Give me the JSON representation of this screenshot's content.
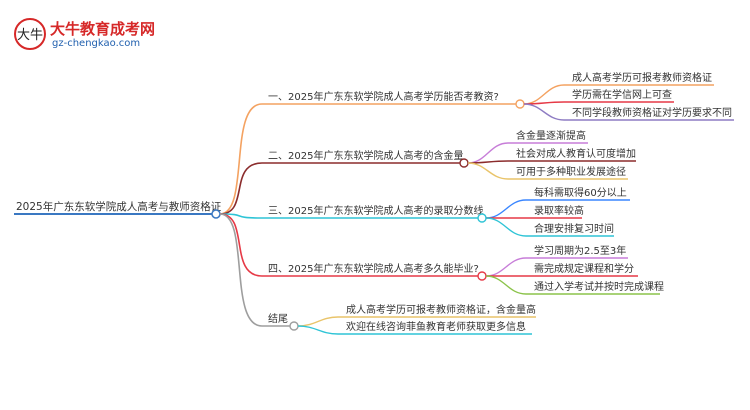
{
  "logo": {
    "title": "大牛教育成考网",
    "url": "gz-chengkao.com",
    "mark": "大牛"
  },
  "root": {
    "label": "2025年广东东软学院成人高考与教师资格证"
  },
  "branches": [
    {
      "label": "一、2025年广东东软学院成人高考学历能否考教资?",
      "color": "#f4a261",
      "leaves": [
        {
          "label": "成人高考学历可报考教师资格证",
          "color": "#f4a261"
        },
        {
          "label": "学历需在学信网上可查",
          "color": "#e63946"
        },
        {
          "label": "不同学段教师资格证对学历要求不同",
          "color": "#8e7cc3"
        }
      ]
    },
    {
      "label": "二、2025年广东东软学院成人高考的含金量",
      "color": "#8b2c2c",
      "leaves": [
        {
          "label": "含金量逐渐提高",
          "color": "#c77dd8"
        },
        {
          "label": "社会对成人教育认可度增加",
          "color": "#8b2c2c"
        },
        {
          "label": "可用于多种职业发展途径",
          "color": "#e9c46a"
        }
      ]
    },
    {
      "label": "三、2025年广东东软学院成人高考的录取分数线",
      "color": "#2ec4d6",
      "leaves": [
        {
          "label": "每科需取得60分以上",
          "color": "#3a86ff"
        },
        {
          "label": "录取率较高",
          "color": "#e63946"
        },
        {
          "label": "合理安排复习时间",
          "color": "#2ec4d6"
        }
      ]
    },
    {
      "label": "四、2025年广东东软学院成人高考多久能毕业?",
      "color": "#e63946",
      "leaves": [
        {
          "label": "学习周期为2.5至3年",
          "color": "#c77dd8"
        },
        {
          "label": "需完成规定课程和学分",
          "color": "#e63946"
        },
        {
          "label": "通过入学考试并按时完成课程",
          "color": "#8bc34a"
        }
      ]
    },
    {
      "label": "结尾",
      "color": "#9e9e9e",
      "leaves": [
        {
          "label": "成人高考学历可报考教师资格证，含金量高",
          "color": "#e9c46a"
        },
        {
          "label": "欢迎在线咨询菲鱼教育老师获取更多信息",
          "color": "#2ec4d6"
        }
      ]
    }
  ],
  "colors": {
    "root_line": "#3a78c2",
    "logo_red": "#d62828",
    "logo_blue": "#1f5fae"
  }
}
